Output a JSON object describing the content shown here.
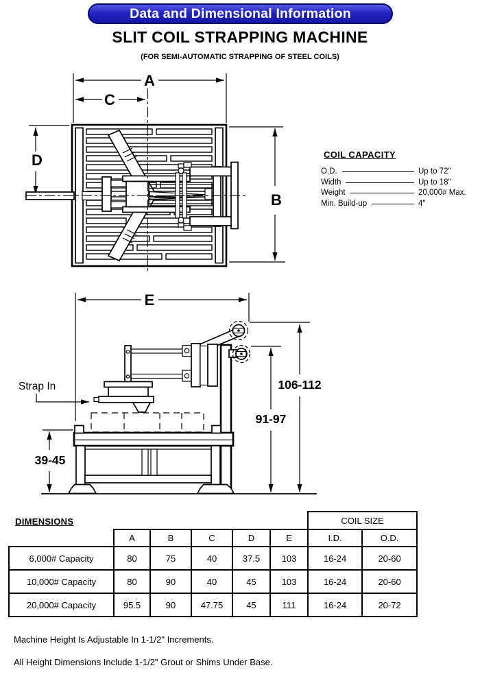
{
  "banner": {
    "label": "Data and Dimensional Information"
  },
  "header": {
    "title": "SLIT COIL STRAPPING MACHINE",
    "subtitle": "(FOR SEMI-AUTOMATIC STRAPPING OF STEEL COILS)"
  },
  "drawing": {
    "top_view": {
      "dim_a": "A",
      "dim_b": "B",
      "dim_c": "C",
      "dim_d": "D"
    },
    "side_view": {
      "dim_e": "E",
      "strap_in": "Strap In",
      "height_overall": "106-112",
      "height_mid": "91-97",
      "height_base": "39-45"
    }
  },
  "coil_capacity": {
    "title": "COIL CAPACITY",
    "items": [
      {
        "label": "O.D.",
        "value": "Up to 72\""
      },
      {
        "label": "Width",
        "value": "Up to 18\""
      },
      {
        "label": "Weight",
        "value": "20,000# Max."
      },
      {
        "label": "Min. Build-up",
        "value": "4\""
      }
    ]
  },
  "dimensions_table": {
    "caption": "DIMENSIONS",
    "group_header": "COIL SIZE",
    "columns": [
      "A",
      "B",
      "C",
      "D",
      "E",
      "I.D.",
      "O.D."
    ],
    "rows": [
      {
        "label": "6,000# Capacity",
        "values": [
          "80",
          "75",
          "40",
          "37.5",
          "103",
          "16-24",
          "20-60"
        ]
      },
      {
        "label": "10,000# Capacity",
        "values": [
          "80",
          "90",
          "40",
          "45",
          "103",
          "16-24",
          "20-60"
        ]
      },
      {
        "label": "20,000# Capacity",
        "values": [
          "95.5",
          "90",
          "47.75",
          "45",
          "111",
          "16-24",
          "20-72"
        ]
      }
    ]
  },
  "notes": [
    "Machine Height Is Adjustable In 1-1/2\" Increments.",
    "All Height Dimensions Include 1-1/2\" Grout or Shims Under Base."
  ],
  "colors": {
    "banner_fill": "#2424c2",
    "banner_border": "#00006e",
    "banner_text": "#ffffff",
    "ink": "#000000",
    "paper": "#ffffff"
  }
}
